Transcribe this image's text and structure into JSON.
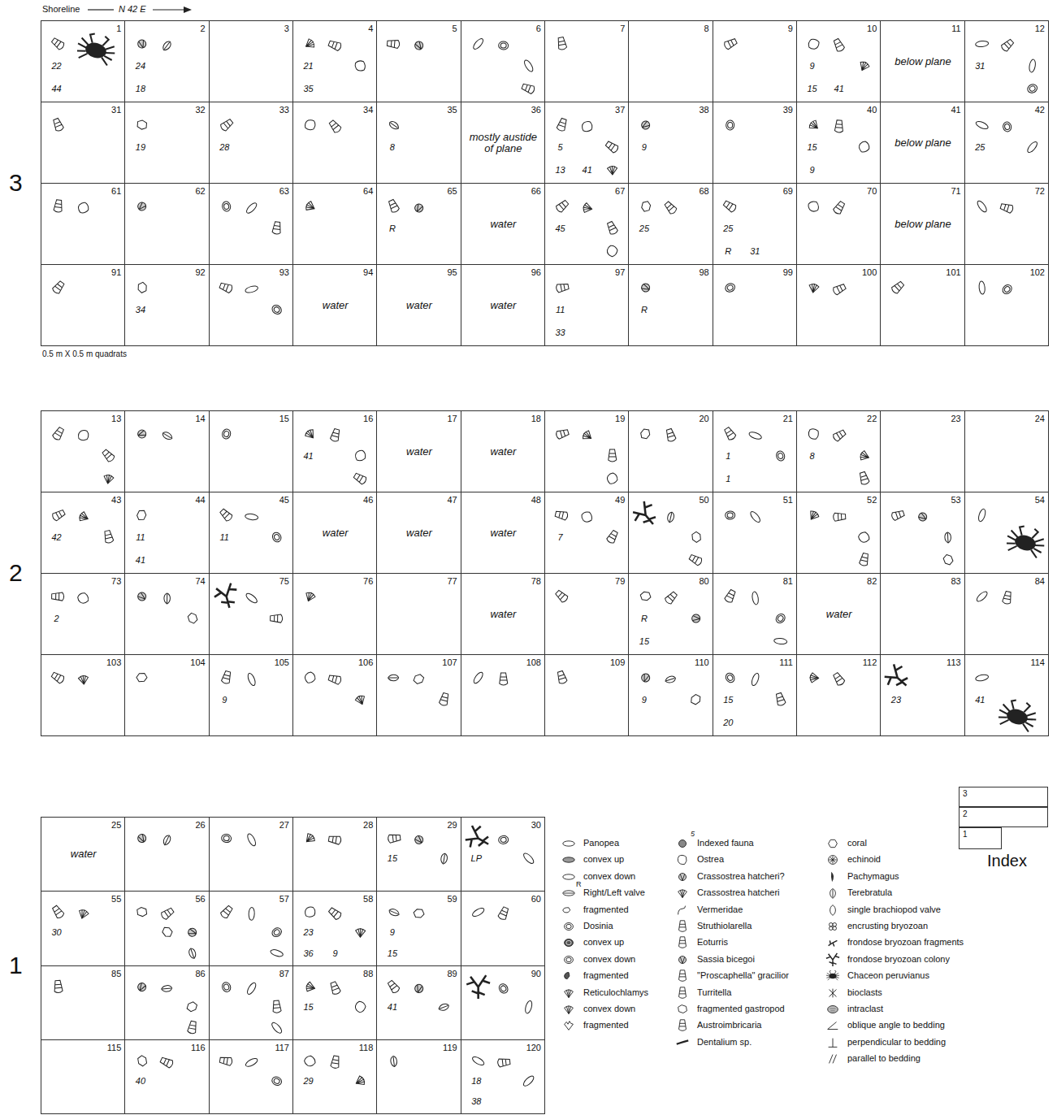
{
  "diagram": {
    "nodes": [
      {
        "text": [
          "3"
        ]
      },
      {
        "text": [
          "1",
          "22",
          "44"
        ],
        "in": 0
      },
      {
        "text": [
          "2",
          "24",
          "18"
        ],
        "in": 0
      },
      {
        "text": [
          "3"
        ],
        "in": 0
      },
      {
        "text": [
          "4",
          "21",
          "35"
        ],
        "in": 0
      },
      {
        "text": [
          "5"
        ],
        "in": 0
      },
      {
        "text": [
          "6"
        ],
        "in": 0
      },
      {
        "text": [
          "7"
        ],
        "in": 0
      },
      {
        "text": [
          "8"
        ],
        "in": 0
      },
      {
        "text": [
          "9"
        ],
        "in": 0
      },
      {
        "text": [
          "10",
          "9",
          "15",
          "41"
        ],
        "in": 0
      },
      {
        "text": [
          "11",
          "below plane"
        ],
        "in": 0
      },
      {
        "text": [
          "12",
          "31"
        ],
        "in": 0
      },
      {
        "text": [
          "31"
        ],
        "in": 0
      },
      {
        "text": [
          "32",
          "19"
        ],
        "in": 0
      },
      {
        "text": [
          "33",
          "28"
        ],
        "in": 0
      },
      {
        "text": [
          "34"
        ],
        "in": 0
      },
      {
        "text": [
          "35",
          "8"
        ],
        "in": 0
      },
      {
        "text": [
          "36",
          "mostly austide of plane"
        ],
        "in": 0
      },
      {
        "text": [
          "37",
          "5",
          "13",
          "41"
        ],
        "in": 0
      },
      {
        "text": [
          "38",
          "9"
        ],
        "in": 0
      },
      {
        "text": [
          "39"
        ],
        "in": 0
      },
      {
        "text": [
          "40",
          "15",
          "9"
        ],
        "in": 0
      },
      {
        "text": [
          "41",
          "below plane"
        ],
        "in": 0
      },
      {
        "text": [
          "42",
          "25"
        ],
        "in": 0
      },
      {
        "text": [
          "61"
        ],
        "in": 0
      },
      {
        "text": [
          "62"
        ],
        "in": 0
      },
      {
        "text": [
          "63"
        ],
        "in": 0
      },
      {
        "text": [
          "64"
        ],
        "in": 0
      },
      {
        "text": [
          "65",
          "R"
        ],
        "in": 0
      },
      {
        "text": [
          "66",
          "water"
        ],
        "in": 0
      },
      {
        "text": [
          "67",
          "45"
        ],
        "in": 0
      },
      {
        "text": [
          "68",
          "25"
        ],
        "in": 0
      },
      {
        "text": [
          "69",
          "25",
          "R",
          "31"
        ],
        "in": 0
      },
      {
        "text": [
          "70"
        ],
        "in": 0
      },
      {
        "text": [
          "71",
          "below plane"
        ],
        "in": 0
      },
      {
        "text": [
          "72"
        ],
        "in": 0
      },
      {
        "text": [
          "91"
        ],
        "in": 0
      },
      {
        "text": [
          "92",
          "34"
        ],
        "in": 0
      },
      {
        "text": [
          "93"
        ],
        "in": 0
      },
      {
        "text": [
          "94",
          "water"
        ],
        "in": 0
      },
      {
        "text": [
          "95",
          "water"
        ],
        "in": 0
      },
      {
        "text": [
          "96",
          "water"
        ],
        "in": 0
      },
      {
        "text": [
          "97",
          "11",
          "33"
        ],
        "in": 0
      },
      {
        "text": [
          "98",
          "R"
        ],
        "in": 0
      },
      {
        "text": [
          "99"
        ],
        "in": 0
      },
      {
        "text": [
          "100"
        ],
        "in": 0
      },
      {
        "text": [
          "101"
        ],
        "in": 0
      },
      {
        "text": [
          "102"
        ],
        "in": 0
      },
      {
        "text": [
          "2"
        ]
      },
      {
        "text": [
          "13"
        ],
        "in": 49
      },
      {
        "text": [
          "14"
        ],
        "in": 49
      },
      {
        "text": [
          "15"
        ],
        "in": 49
      },
      {
        "text": [
          "16",
          "41"
        ],
        "in": 49
      },
      {
        "text": [
          "17",
          "water"
        ],
        "in": 49
      },
      {
        "text": [
          "18",
          "water"
        ],
        "in": 49
      },
      {
        "text": [
          "19"
        ],
        "in": 49
      },
      {
        "text": [
          "20"
        ],
        "in": 49
      },
      {
        "text": [
          "21",
          "1",
          "1"
        ],
        "in": 49
      },
      {
        "text": [
          "22",
          "8"
        ],
        "in": 49
      },
      {
        "text": [
          "23"
        ],
        "in": 49
      },
      {
        "text": [
          "24"
        ],
        "in": 49
      },
      {
        "text": [
          "43",
          "42"
        ],
        "in": 49
      },
      {
        "text": [
          "44",
          "11",
          "41"
        ],
        "in": 49
      },
      {
        "text": [
          "45",
          "11"
        ],
        "in": 49
      },
      {
        "text": [
          "46",
          "water"
        ],
        "in": 49
      },
      {
        "text": [
          "47",
          "water"
        ],
        "in": 49
      },
      {
        "text": [
          "48",
          "water"
        ],
        "in": 49
      },
      {
        "text": [
          "49",
          "7"
        ],
        "in": 49
      },
      {
        "text": [
          "50"
        ],
        "in": 49
      },
      {
        "text": [
          "51"
        ],
        "in": 49
      },
      {
        "text": [
          "52"
        ],
        "in": 49
      },
      {
        "text": [
          "53"
        ],
        "in": 49
      },
      {
        "text": [
          "54"
        ],
        "in": 49
      },
      {
        "text": [
          "73",
          "2"
        ],
        "in": 49
      },
      {
        "text": [
          "74"
        ],
        "in": 49
      },
      {
        "text": [
          "75"
        ],
        "in": 49
      },
      {
        "text": [
          "76"
        ],
        "in": 49
      },
      {
        "text": [
          "77"
        ],
        "in": 49
      },
      {
        "text": [
          "78",
          "water"
        ],
        "in": 49
      },
      {
        "text": [
          "79"
        ],
        "in": 49
      },
      {
        "text": [
          "80",
          "R",
          "15"
        ],
        "in": 49
      },
      {
        "text": [
          "81"
        ],
        "in": 49
      },
      {
        "text": [
          "82",
          "water"
        ],
        "in": 49
      },
      {
        "text": [
          "83"
        ],
        "in": 49
      },
      {
        "text": [
          "84"
        ],
        "in": 49
      },
      {
        "text": [
          "103"
        ],
        "in": 49
      },
      {
        "text": [
          "104"
        ],
        "in": 49
      },
      {
        "text": [
          "105",
          "9"
        ],
        "in": 49
      },
      {
        "text": [
          "106"
        ],
        "in": 49
      },
      {
        "text": [
          "107"
        ],
        "in": 49
      },
      {
        "text": [
          "108"
        ],
        "in": 49
      },
      {
        "text": [
          "109"
        ],
        "in": 49
      },
      {
        "text": [
          "110",
          "9"
        ],
        "in": 49
      },
      {
        "text": [
          "111",
          "15",
          "20"
        ],
        "in": 49
      },
      {
        "text": [
          "112"
        ],
        "in": 49
      },
      {
        "text": [
          "113",
          "23"
        ],
        "in": 49
      },
      {
        "text": [
          "114",
          "41"
        ],
        "in": 49
      },
      {
        "text": [
          "1"
        ]
      },
      {
        "text": [
          "25",
          "water"
        ],
        "in": 98
      },
      {
        "text": [
          "26"
        ],
        "in": 98
      },
      {
        "text": [
          "27"
        ],
        "in": 98
      },
      {
        "text": [
          "28"
        ],
        "in": 98
      },
      {
        "text": [
          "29",
          "15"
        ],
        "in": 98
      },
      {
        "text": [
          "30",
          "LP"
        ],
        "in": 98
      },
      {
        "text": [
          "55",
          "30"
        ],
        "in": 98
      },
      {
        "text": [
          "56"
        ],
        "in": 98
      },
      {
        "text": [
          "57"
        ],
        "in": 98
      },
      {
        "text": [
          "58",
          "23",
          "36",
          "9"
        ],
        "in": 98
      },
      {
        "text": [
          "59",
          "9",
          "15"
        ],
        "in": 98
      },
      {
        "text": [
          "60"
        ],
        "in": 98
      },
      {
        "text": [
          "85"
        ],
        "in": 98
      },
      {
        "text": [
          "86"
        ],
        "in": 98
      },
      {
        "text": [
          "87"
        ],
        "in": 98
      },
      {
        "text": [
          "88",
          "15"
        ],
        "in": 98
      },
      {
        "text": [
          "89",
          "41"
        ],
        "in": 98
      },
      {
        "text": [
          "90"
        ],
        "in": 98
      },
      {
        "text": [
          "115"
        ],
        "in": 98
      },
      {
        "text": [
          "116",
          "40"
        ],
        "in": 98
      },
      {
        "text": [
          "117"
        ],
        "in": 98
      },
      {
        "text": [
          "118",
          "29"
        ],
        "in": 98
      },
      {
        "text": [
          "119"
        ],
        "in": 98
      },
      {
        "text": [
          "120",
          "18",
          "38"
        ],
        "in": 98
      },
      {
        "text": [
          "Index"
        ]
      },
      {
        "text": [
          "3"
        ],
        "in": 123
      },
      {
        "text": [
          "2"
        ],
        "in": 123
      },
      {
        "text": [
          "1"
        ],
        "in": 123
      }
    ],
    "labels": [
      "Shoreline",
      "N 42 E",
      "0.5 m X 0.5 m quadrats",
      "5",
      "R"
    ],
    "legend": [
      {
        "text": "Panopea"
      },
      {
        "text": "convex up"
      },
      {
        "text": "convex down"
      },
      {
        "text": "Right/Left valve"
      },
      {
        "text": "fragmented"
      },
      {
        "text": "Dosinia"
      },
      {
        "text": "convex up"
      },
      {
        "text": "convex down"
      },
      {
        "text": "fragmented"
      },
      {
        "text": "Reticulochlamys"
      },
      {
        "text": "convex down"
      },
      {
        "text": "fragmented"
      },
      {
        "text": "Indexed fauna"
      },
      {
        "text": "Ostrea"
      },
      {
        "text": "Crassostrea hatcheri?"
      },
      {
        "text": "Crassostrea hatcheri"
      },
      {
        "text": "Vermeridae"
      },
      {
        "text": "Struthiolarella"
      },
      {
        "text": "Eoturris"
      },
      {
        "text": "Sassia bicegoi"
      },
      {
        "text": "\"Proscaphella\" gracilior"
      },
      {
        "text": "Turritella"
      },
      {
        "text": "fragmented gastropod"
      },
      {
        "text": "Austroimbricaria"
      },
      {
        "text": "Dentalium sp."
      },
      {
        "text": "coral"
      },
      {
        "text": "echinoid"
      },
      {
        "text": "Pachymagus"
      },
      {
        "text": "Terebratula"
      },
      {
        "text": "single brachiopod valve"
      },
      {
        "text": "encrusting bryozoan"
      },
      {
        "text": "frondose bryozoan fragments"
      },
      {
        "text": "frondose bryozoan colony"
      },
      {
        "text": "Chaceon peruvianus"
      },
      {
        "text": "bioclasts"
      },
      {
        "text": "intraclast"
      },
      {
        "text": "oblique angle to bedding"
      },
      {
        "text": "perpendicular to bedding"
      },
      {
        "text": "parallel to bedding"
      }
    ]
  }
}
